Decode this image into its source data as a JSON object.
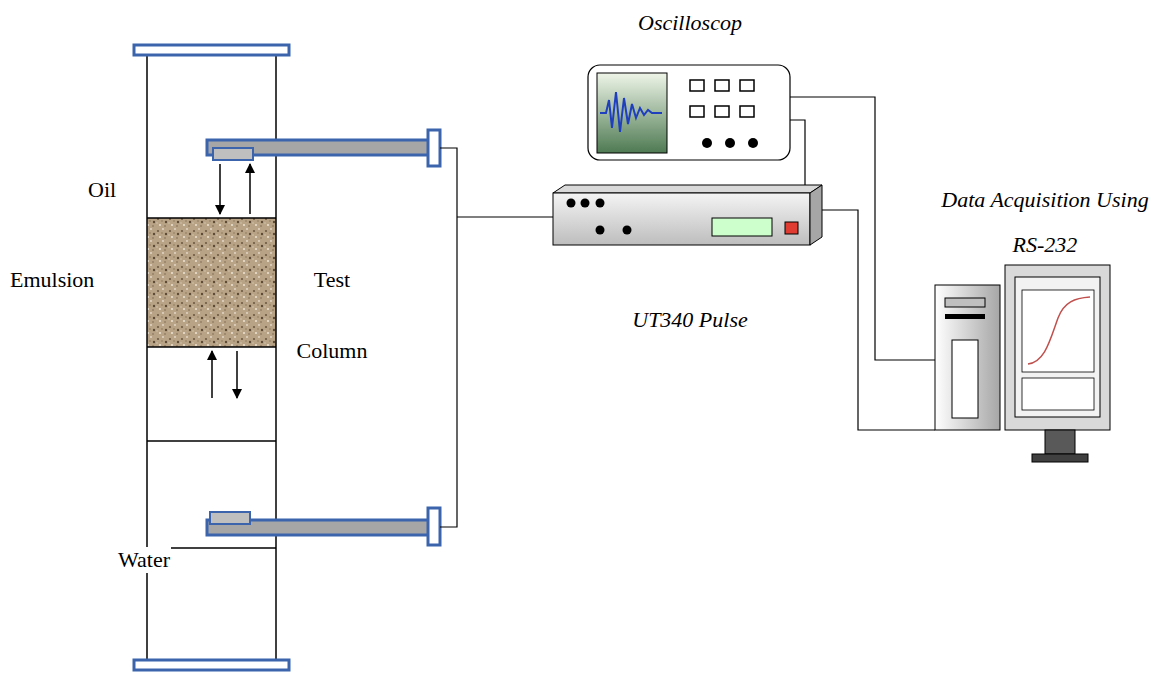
{
  "diagram": {
    "nodes": [
      {
        "text": [
          "Test Column"
        ]
      },
      {
        "text": [
          "Oscilloscop"
        ]
      },
      {
        "text": [
          "UT340 Pulse"
        ]
      },
      {
        "text": [
          "Data Acquisition Using RS-232"
        ]
      }
    ],
    "edges": [
      {
        "from": 1,
        "to": 3,
        "arrow": "none"
      },
      {
        "from": 1,
        "to": 2,
        "arrow": "none"
      },
      {
        "from": 2,
        "to": 3,
        "arrow": "none"
      }
    ],
    "labels": [
      "Oil",
      "Emulsion",
      "Water"
    ]
  }
}
